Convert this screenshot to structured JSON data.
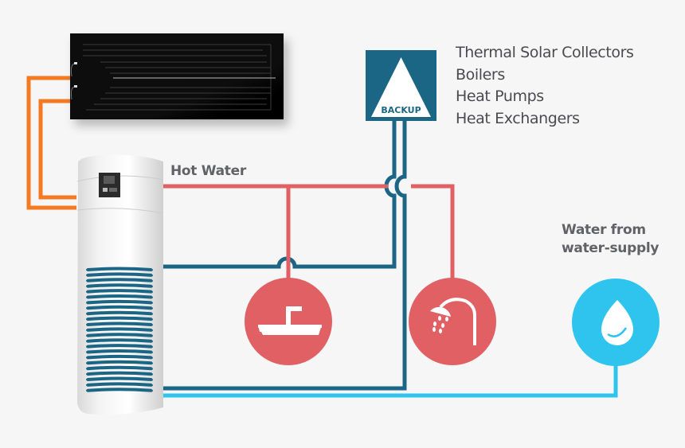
{
  "labels": {
    "hot_water": "Hot Water",
    "water_from_line1": "Water from",
    "water_from_line2": "water-supply",
    "backup_badge": "BACKUP"
  },
  "backup_sources": [
    "Thermal Solar Collectors",
    "Boilers",
    "Heat Pumps",
    "Heat Exchangers"
  ],
  "components": {
    "solar_panel": "solar-collector-panel",
    "tank": "heat-pump-water-heater",
    "backup": "backup-heater",
    "outlet_1": "sink-faucet-icon",
    "outlet_2": "shower-icon",
    "supply": "water-drop-icon"
  },
  "colors": {
    "background": "#f6f6f6",
    "hot_pipe": "#e06063",
    "backup_pipe": "#1b6685",
    "cold_pipe": "#2ec4ed",
    "solar_pipe": "#f47a22",
    "text": "#616266"
  }
}
